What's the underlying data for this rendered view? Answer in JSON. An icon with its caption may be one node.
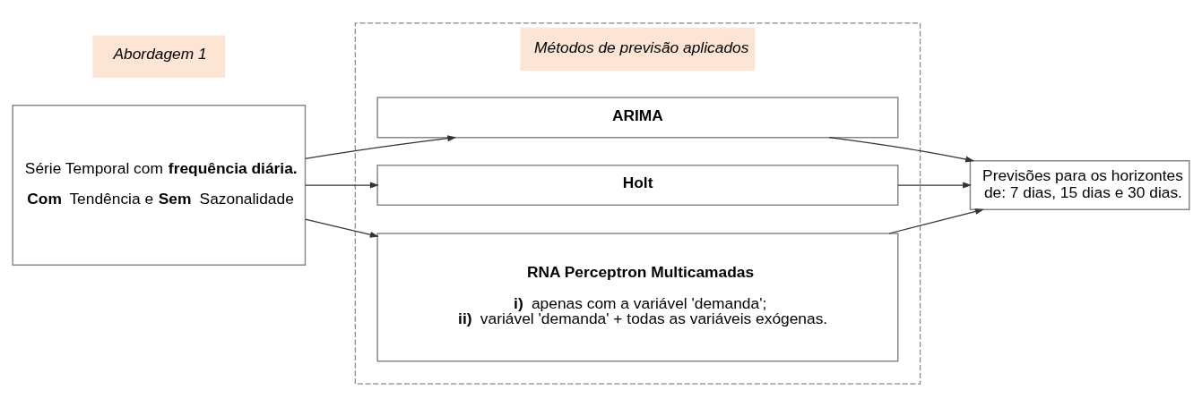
{
  "diagram": {
    "nodes": [
      {
        "text": [
          "Abordagem 1"
        ]
      },
      {
        "text": [
          "Série Temporal com **frequência diária.**",
          "**Com** Tendência e **Sem** Sazonalidade"
        ]
      },
      {
        "text": [
          "Métodos de previsão aplicados"
        ]
      },
      {
        "text": [
          "ARIMA"
        ],
        "in": 2
      },
      {
        "text": [
          "Holt"
        ],
        "in": 2
      },
      {
        "text": [
          "RNA Perceptron Multicamadas",
          "**i)** apenas com a variável 'demanda';",
          "**ii)** variável 'demanda' + todas as variáveis exógenas."
        ],
        "in": 2
      },
      {
        "text": [
          "Previsões para os horizontes de: 7 dias, 15 dias e 30 dias."
        ]
      }
    ],
    "edges": [
      {
        "from": 1,
        "to": 3,
        "arrow": "to"
      },
      {
        "from": 1,
        "to": 4,
        "arrow": "to"
      },
      {
        "from": 1,
        "to": 5,
        "arrow": "to"
      },
      {
        "from": 3,
        "to": 6,
        "arrow": "to"
      },
      {
        "from": 4,
        "to": 6,
        "arrow": "to"
      },
      {
        "from": 5,
        "to": 6,
        "arrow": "to"
      }
    ]
  }
}
